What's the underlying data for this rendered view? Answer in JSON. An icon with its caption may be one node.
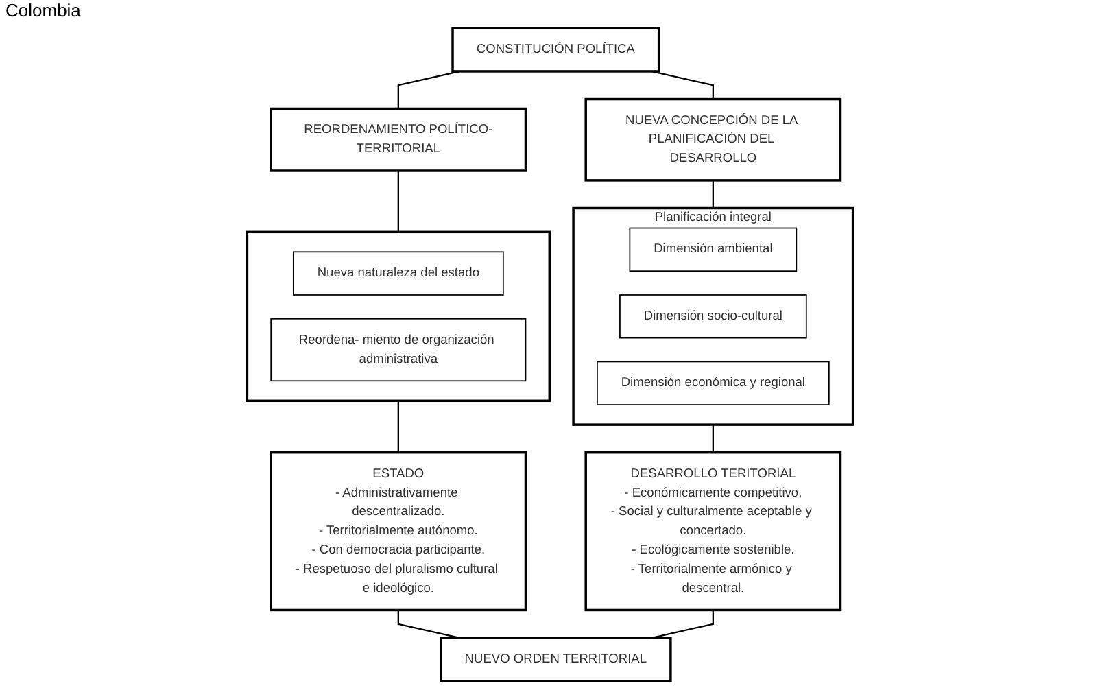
{
  "diagram": {
    "nodes": [
      {
        "text": [
          "CONSTITUCIÓN POLÍTICA"
        ]
      },
      {
        "text": [
          "REORDENAMIENTO POLÍTICO-TERRITORIAL"
        ]
      },
      {
        "text": [
          "NUEVA CONCEPCIÓN DE LA PLANIFICACIÓN DEL DESARROLLO"
        ]
      },
      {
        "text": [],
        "shape": "box"
      },
      {
        "text": [
          "Nueva naturaleza del estado"
        ],
        "in": 3
      },
      {
        "text": [
          "Reordena- miento de organización administrativa"
        ],
        "in": 3
      },
      {
        "text": [
          "Planificación integral"
        ]
      },
      {
        "text": [
          "Dimensión ambiental"
        ],
        "in": 6
      },
      {
        "text": [
          "Dimensión socio-cultural"
        ],
        "in": 6
      },
      {
        "text": [
          "Dimensión económica y regional"
        ],
        "in": 6
      },
      {
        "text": [
          "ESTADO",
          "- Administrativamente descentralizado.",
          "- Territorialmente autónomo.",
          "- Con democracia participante.",
          "- Respetuoso del pluralismo cultural e ideológico."
        ]
      },
      {
        "text": [
          "DESARROLLO TERITORIAL",
          "- Económicamente competitivo.",
          "- Social y culturalmente aceptable y concertado.",
          "- Ecológicamente sostenible.",
          "- Territorialmente armónico y descentral."
        ]
      },
      {
        "text": [
          "NUEVO ORDEN TERRITORIAL"
        ]
      }
    ],
    "edges": [
      {
        "from": 0,
        "to": 1,
        "arrow": "none"
      },
      {
        "from": 0,
        "to": 2,
        "arrow": "none"
      },
      {
        "from": 1,
        "to": 3,
        "arrow": "none"
      },
      {
        "from": 2,
        "to": 6,
        "arrow": "none"
      },
      {
        "from": 3,
        "to": 10,
        "arrow": "none"
      },
      {
        "from": 6,
        "to": 11,
        "arrow": "none"
      },
      {
        "from": 10,
        "to": 12,
        "arrow": "none"
      },
      {
        "from": 11,
        "to": 12,
        "arrow": "none"
      }
    ],
    "labels": [
      "Colombia"
    ]
  }
}
